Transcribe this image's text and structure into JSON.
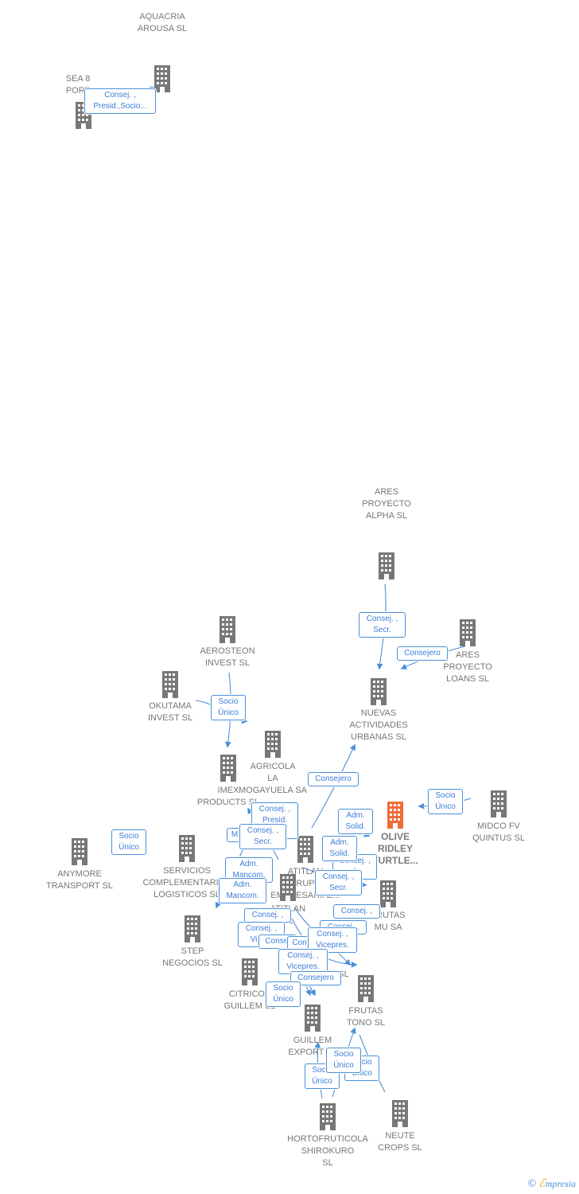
{
  "colors": {
    "node": "#777777",
    "main_node": "#f26b3a",
    "edge": "#4a90d9",
    "label": "#777777"
  },
  "nodes": [
    {
      "id": "aquacria",
      "label": "AQUACRIA\nAROUSA SL"
    },
    {
      "id": "sea8",
      "label": "SEA 8\nPORT"
    },
    {
      "id": "ares_alpha",
      "label": "ARES\nPROYECTO\nALPHA  SL"
    },
    {
      "id": "ares_loans",
      "label": "ARES\nPROYECTO\nLOANS  SL"
    },
    {
      "id": "aerosteon",
      "label": "AEROSTEON\nINVEST  SL"
    },
    {
      "id": "nuevas",
      "label": "NUEVAS\nACTIVIDADES\nURBANAS SL"
    },
    {
      "id": "okutama",
      "label": "OKUTAMA\nINVEST  SL"
    },
    {
      "id": "agricola",
      "label": "AGRICOLA\nLA\nMOGAYUELA SA"
    },
    {
      "id": "imex",
      "label": "IMEX\nPRODUCTS SL"
    },
    {
      "id": "olive",
      "label": "OLIVE\nRIDLEY\nTURTLE..."
    },
    {
      "id": "midco",
      "label": "MIDCO FV\nQUINTUS  SL"
    },
    {
      "id": "anymore",
      "label": "ANYMORE\nTRANSPORT SL"
    },
    {
      "id": "servicios",
      "label": "SERVICIOS\nCOMPLEMENTARIOS\nLOGISTICOS SL"
    },
    {
      "id": "atitlan_grupo",
      "label": "ATITLAN\nGRUPO\nEMPRESARIAL..."
    },
    {
      "id": "atitlan",
      "label": "ATITLAN\nSL"
    },
    {
      "id": "frutas_mu",
      "label": "FRUTAS\nMU SA"
    },
    {
      "id": "step",
      "label": "STEP\nNEGOCIOS SL"
    },
    {
      "id": "citricos",
      "label": "CITRICOS\nGUILLEM SL"
    },
    {
      "id": "trade",
      "label": "SL"
    },
    {
      "id": "frutas_tono",
      "label": "FRUTAS\nTONO SL"
    },
    {
      "id": "guillem",
      "label": "GUILLEM\nEXPORT SL"
    },
    {
      "id": "horto",
      "label": "HORTOFRUTICOLA\nSHIROKURO\nSL"
    },
    {
      "id": "neute",
      "label": "NEUTE\nCROPS  SL"
    }
  ],
  "relations": [
    {
      "id": "r_sea8",
      "text": "Consej. ,\nPresid.,Socio..."
    },
    {
      "id": "r_ares_alpha",
      "text": "Consej. ,\nSecr."
    },
    {
      "id": "r_ares_loans",
      "text": "Consejero"
    },
    {
      "id": "r_aerosteon",
      "text": "Socio\nÚnico"
    },
    {
      "id": "r_nuevas",
      "text": "Consejero"
    },
    {
      "id": "r_midco",
      "text": "Socio\nÚnico"
    },
    {
      "id": "r_anymore",
      "text": "Socio\nÚnico"
    },
    {
      "id": "r_olive_adm",
      "text": "Adm.\nSolid."
    },
    {
      "id": "r_imex_b",
      "text": "Consej. ,\nPresid.\nSolid."
    },
    {
      "id": "r_imex_a",
      "text": "Consej. ,\nSecr."
    },
    {
      "id": "r_imex_m",
      "text": "M"
    },
    {
      "id": "r_atl_adm",
      "text": "Adm.\nSolid."
    },
    {
      "id": "r_atl_consej",
      "text": "Consej. ,\nd."
    },
    {
      "id": "r_atl_secr",
      "text": "Consej. ,\nSecr."
    },
    {
      "id": "r_serv_adm1",
      "text": "Adm.\nMancom."
    },
    {
      "id": "r_serv_adm2",
      "text": "Adm.\nMancom."
    },
    {
      "id": "r_fmu_consej",
      "text": "Consej. ,"
    },
    {
      "id": "r_fmu_consej2",
      "text": "Consej. ,"
    },
    {
      "id": "r_step_c1",
      "text": "Consej. ,"
    },
    {
      "id": "r_step_c2",
      "text": "Consej. ,\nVicep."
    },
    {
      "id": "r_cons_mid",
      "text": "Consej"
    },
    {
      "id": "r_cons_mid2",
      "text": "Cons"
    },
    {
      "id": "r_vice1",
      "text": "Consej. ,\nVicepres."
    },
    {
      "id": "r_vice2",
      "text": "Consej. ,\nVicepres."
    },
    {
      "id": "r_consejero_b",
      "text": "Consejero"
    },
    {
      "id": "r_citricos",
      "text": "Socio\nÚnico"
    },
    {
      "id": "r_horto1",
      "text": "Socio\nÚnico"
    },
    {
      "id": "r_horto2",
      "text": "Socio\nÚnico"
    },
    {
      "id": "r_neute",
      "text": "Socio\nÚnico"
    }
  ],
  "brand": {
    "copyright": "©",
    "first_letter": "ℰ",
    "rest": "mpresia"
  }
}
